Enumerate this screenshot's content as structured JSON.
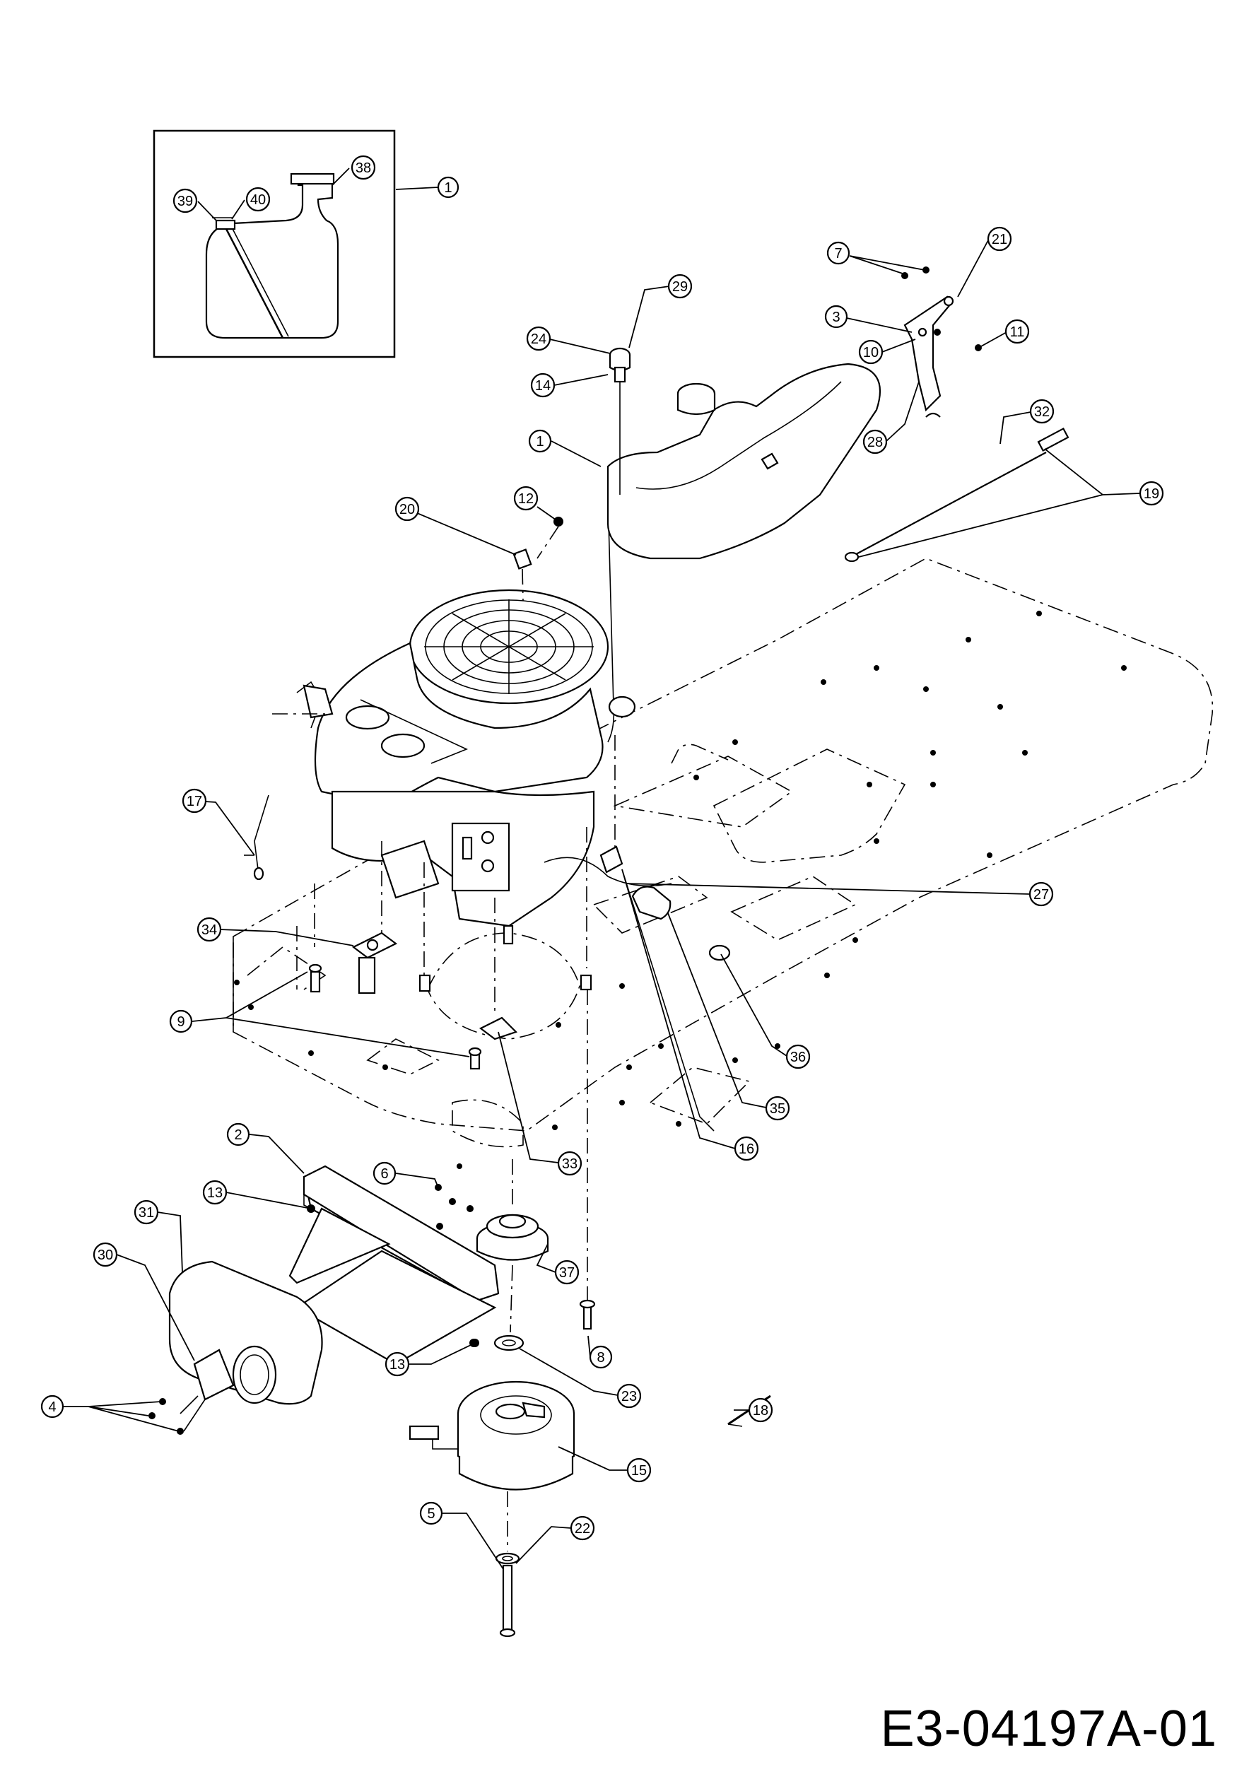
{
  "drawing_code": "E3-04197A-01",
  "callouts": [
    {
      "id": "c1-inset",
      "label": "1"
    },
    {
      "id": "c38",
      "label": "38"
    },
    {
      "id": "c39",
      "label": "39"
    },
    {
      "id": "c40",
      "label": "40"
    },
    {
      "id": "c7",
      "label": "7"
    },
    {
      "id": "c21",
      "label": "21"
    },
    {
      "id": "c3",
      "label": "3"
    },
    {
      "id": "c11",
      "label": "11"
    },
    {
      "id": "c10",
      "label": "10"
    },
    {
      "id": "c28",
      "label": "28"
    },
    {
      "id": "c29",
      "label": "29"
    },
    {
      "id": "c24",
      "label": "24"
    },
    {
      "id": "c14",
      "label": "14"
    },
    {
      "id": "c1",
      "label": "1"
    },
    {
      "id": "c32",
      "label": "32"
    },
    {
      "id": "c19",
      "label": "19"
    },
    {
      "id": "c12",
      "label": "12"
    },
    {
      "id": "c20",
      "label": "20"
    },
    {
      "id": "c17",
      "label": "17"
    },
    {
      "id": "c27",
      "label": "27"
    },
    {
      "id": "c34",
      "label": "34"
    },
    {
      "id": "c9",
      "label": "9"
    },
    {
      "id": "c36",
      "label": "36"
    },
    {
      "id": "c35",
      "label": "35"
    },
    {
      "id": "c16",
      "label": "16"
    },
    {
      "id": "c33",
      "label": "33"
    },
    {
      "id": "c2",
      "label": "2"
    },
    {
      "id": "c6",
      "label": "6"
    },
    {
      "id": "c13a",
      "label": "13"
    },
    {
      "id": "c31",
      "label": "31"
    },
    {
      "id": "c30",
      "label": "30"
    },
    {
      "id": "c37",
      "label": "37"
    },
    {
      "id": "c8",
      "label": "8"
    },
    {
      "id": "c13b",
      "label": "13"
    },
    {
      "id": "c23",
      "label": "23"
    },
    {
      "id": "c4",
      "label": "4"
    },
    {
      "id": "c18",
      "label": "18"
    },
    {
      "id": "c15",
      "label": "15"
    },
    {
      "id": "c5",
      "label": "5"
    },
    {
      "id": "c22",
      "label": "22"
    }
  ]
}
